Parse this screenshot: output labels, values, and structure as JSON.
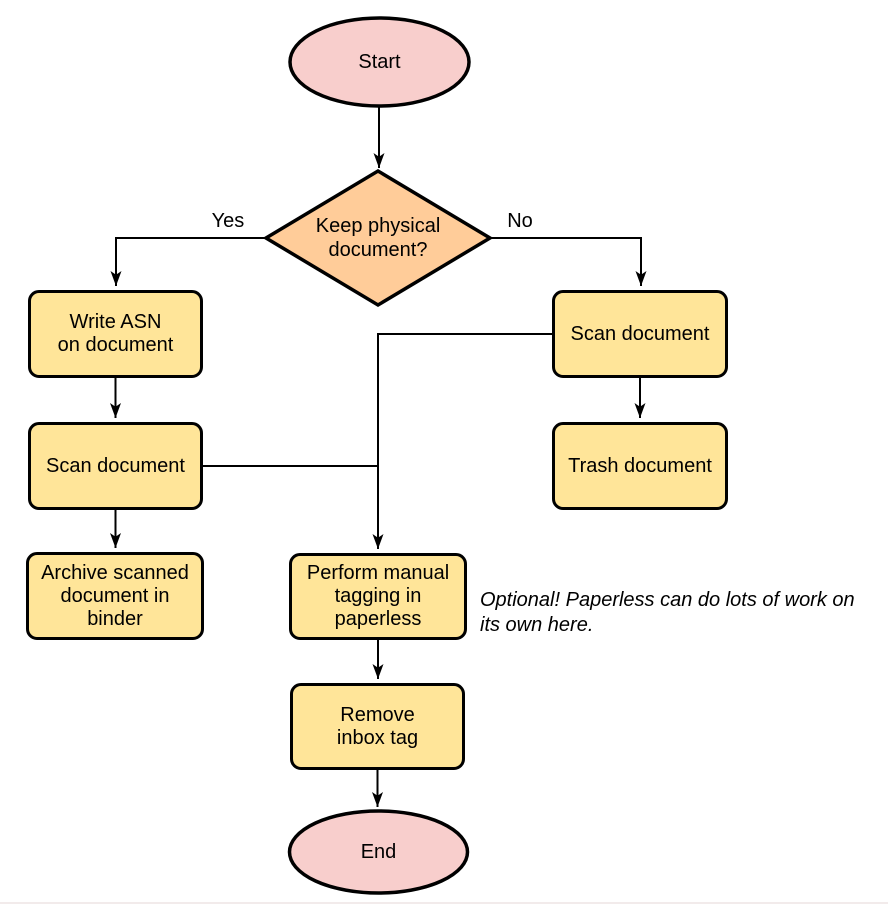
{
  "diagram": {
    "colors": {
      "terminal_fill": "#f8cecc",
      "decision_fill": "#ffcc99",
      "process_fill": "#ffe599",
      "line": "#000000"
    },
    "nodes": {
      "start": {
        "label": "Start"
      },
      "decision": {
        "label": "Keep physical\ndocument?"
      },
      "write_asn": {
        "label": "Write ASN\non document"
      },
      "scan_keep": {
        "label": "Scan document"
      },
      "archive": {
        "label": "Archive scanned\ndocument in\nbinder"
      },
      "scan_discard": {
        "label": "Scan document"
      },
      "trash": {
        "label": "Trash document"
      },
      "tagging": {
        "label": "Perform manual\ntagging in\npaperless"
      },
      "remove_inbox": {
        "label": "Remove\ninbox tag"
      },
      "end": {
        "label": "End"
      }
    },
    "edge_labels": {
      "yes": "Yes",
      "no": "No"
    },
    "annotation": "Optional! Paperless can do lots of work on\nits own here."
  }
}
